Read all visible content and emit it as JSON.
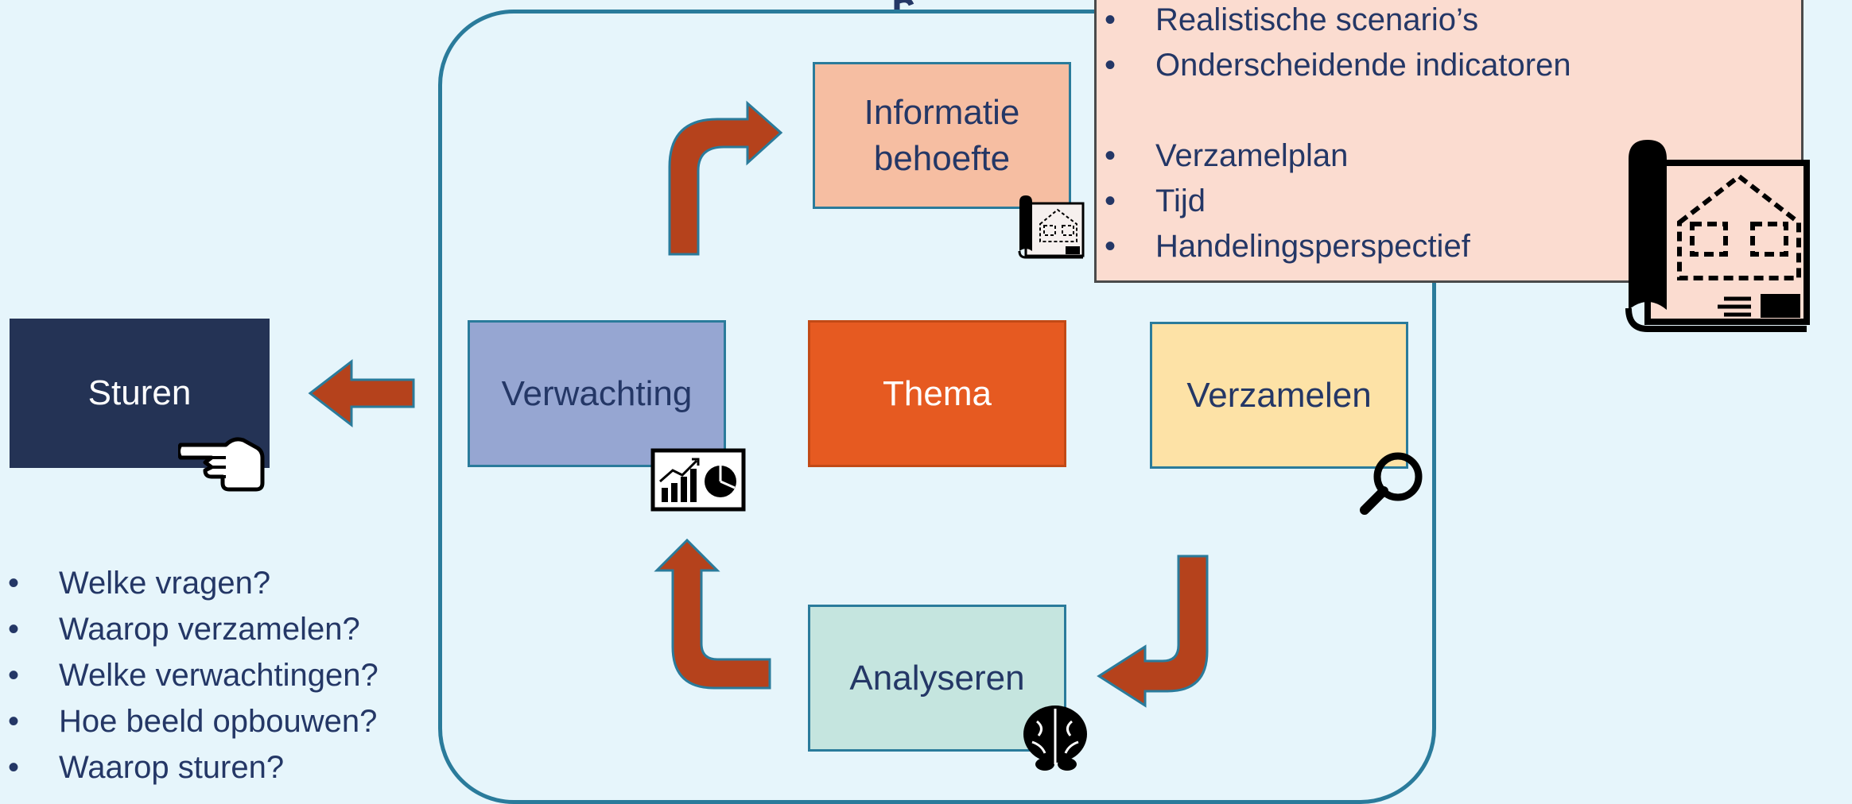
{
  "colors": {
    "background": "#e6f5fb",
    "frame": "#2a7b9b",
    "arrow": "#b5421c",
    "text_dark": "#243766"
  },
  "nodes": {
    "informatie": "Informatie behoefte",
    "verwachting": "Verwachting",
    "thema": "Thema",
    "verzamelen": "Verzamelen",
    "analyseren": "Analyseren",
    "sturen": "Sturen"
  },
  "info_panel": {
    "items": [
      "Realistische scenario’s",
      "Onderscheidende indicatoren",
      "",
      "Verzamelplan",
      "Tijd",
      "Handelingsperspectief"
    ]
  },
  "questions": {
    "items": [
      "Welke vragen?",
      "Waarop verzamelen?",
      "Welke verwachtingen?",
      "Hoe beeld opbouwen?",
      "Waarop sturen?"
    ]
  },
  "icons": [
    "blueprint-icon",
    "dashboard-chart-icon",
    "magnifier-icon",
    "brain-icon",
    "pointing-hand-icon"
  ]
}
